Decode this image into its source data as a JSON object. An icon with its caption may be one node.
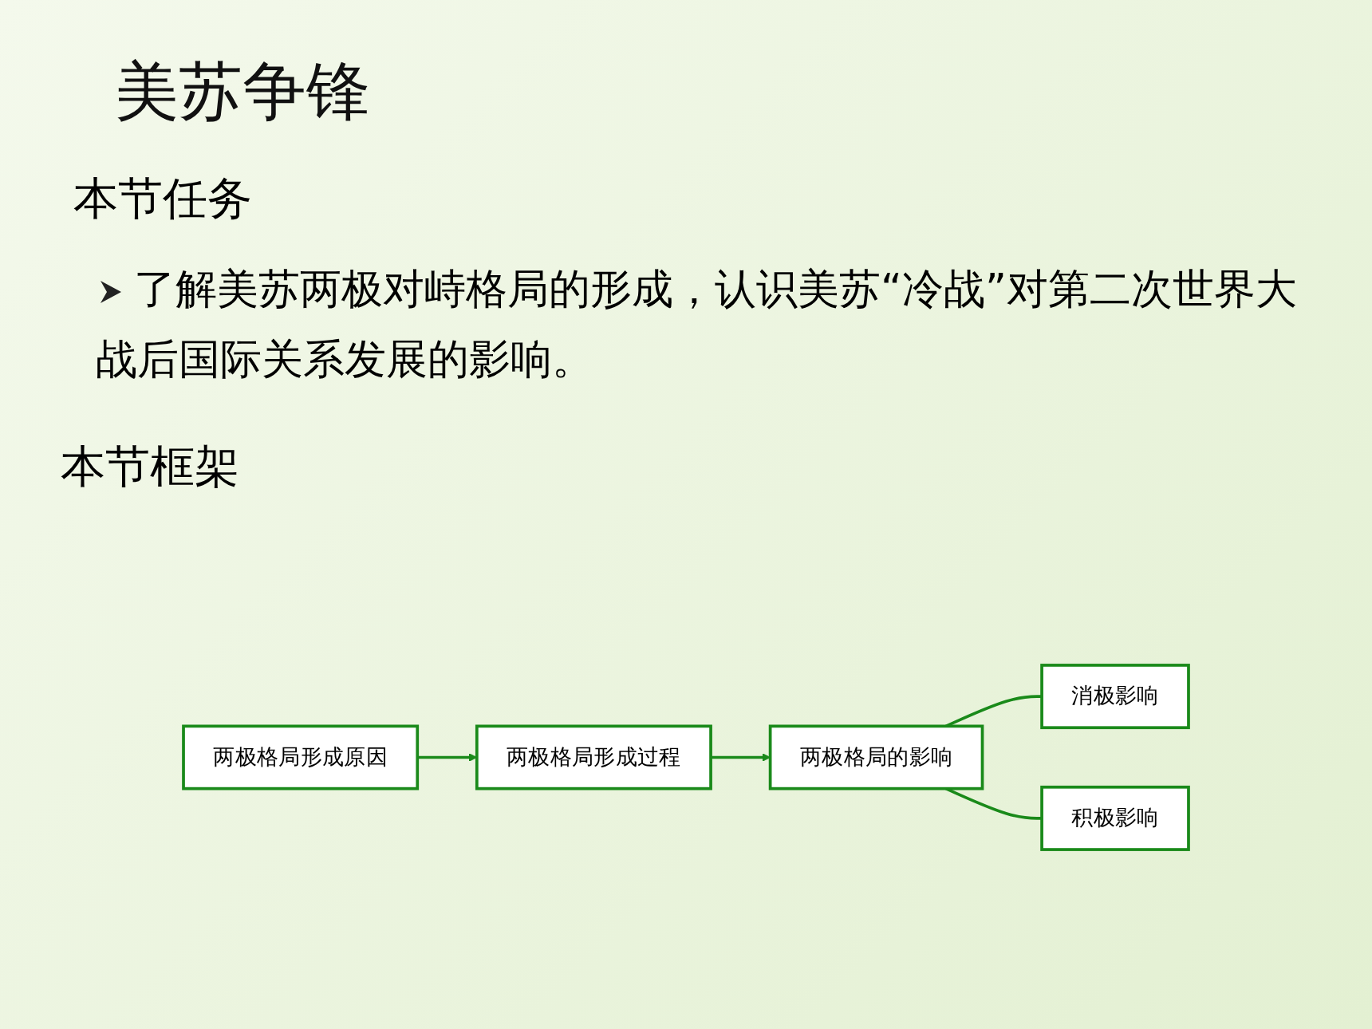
{
  "diagram": {
    "title": "美苏争锋",
    "nodes": [
      {
        "text": [
          "两极格局形成原因"
        ]
      },
      {
        "text": [
          "两极格局形成过程"
        ]
      },
      {
        "text": [
          "两极格局的影响"
        ]
      },
      {
        "text": [
          "消极影响"
        ]
      },
      {
        "text": [
          "积极影响"
        ]
      }
    ],
    "edges": [
      {
        "from": 0,
        "to": 1,
        "arrow": "to"
      },
      {
        "from": 1,
        "to": 2,
        "arrow": "to"
      },
      {
        "from": 2,
        "to": 3,
        "arrow": "none"
      },
      {
        "from": 2,
        "to": 4,
        "arrow": "none"
      }
    ],
    "labels": [
      "本节任务",
      "了解美苏两极对峙格局的形成，认识美苏“冷战”对第二次世界大战后国际关系发展的影响。",
      "本节框架"
    ]
  }
}
